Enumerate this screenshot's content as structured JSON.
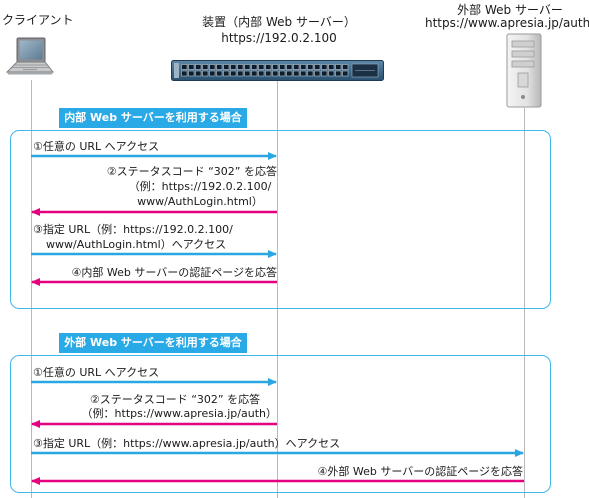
{
  "actors": {
    "client": {
      "label": "クライアント"
    },
    "device": {
      "label": "装置（内部 Web サーバー）",
      "sublabel": "https://192.0.2.100"
    },
    "external": {
      "label": "外部 Web サーバー",
      "sublabel": "https://www.apresia.jp/auth"
    }
  },
  "sections": [
    {
      "title": "内部 Web サーバーを利用する場合",
      "messages": [
        {
          "text": "①任意の URL へアクセス"
        },
        {
          "line1": "②ステータスコード “302” を応答",
          "line2": "（例：https://192.0.2.100/",
          "line3": "www/AuthLogin.html）"
        },
        {
          "line1": "③指定 URL（例：https://192.0.2.100/",
          "line2": "www/AuthLogin.html）へアクセス"
        },
        {
          "text": "④内部 Web サーバーの認証ページを応答"
        }
      ]
    },
    {
      "title": "外部 Web サーバーを利用する場合",
      "messages": [
        {
          "text": "①任意の URL へアクセス"
        },
        {
          "line1": "②ステータスコード “302” を応答",
          "line2": "（例：https://www.apresia.jp/auth）"
        },
        {
          "text": "③指定 URL（例：https://www.apresia.jp/auth）へアクセス"
        },
        {
          "text": "④外部 Web サーバーの認証ページを応答"
        }
      ]
    }
  ],
  "colors": {
    "request_arrow": "#2aa7e2",
    "response_arrow": "#e5007f",
    "panel_border": "#3fb7ea",
    "panel_title_bg": "#29a9e6"
  },
  "icons": {
    "client": "laptop-icon",
    "device": "network-switch-icon",
    "external": "server-tower-icon"
  }
}
